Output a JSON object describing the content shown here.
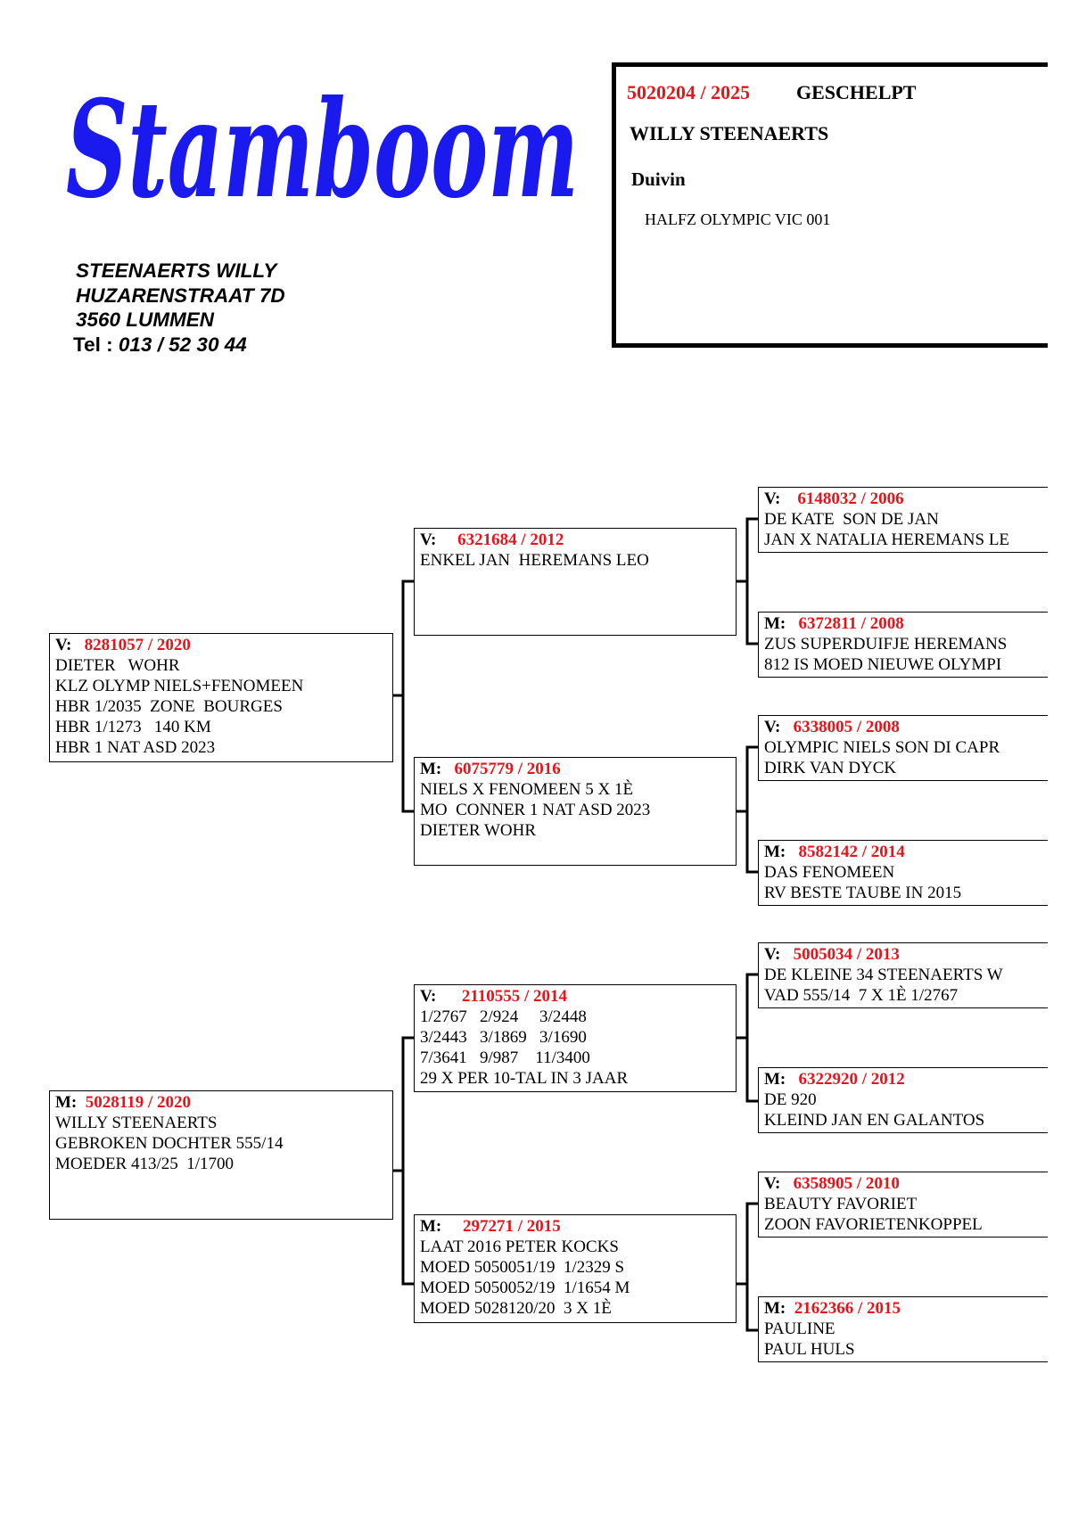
{
  "logo": {
    "text": "Stamboom",
    "color": "#1a1aee"
  },
  "owner": {
    "name": "STEENAERTS WILLY",
    "street": "HUZARENSTRAAT 7D",
    "city": "3560 LUMMEN",
    "tel_label": "Tel :",
    "tel": "013 / 52 30 44"
  },
  "pigeon": {
    "ring": "5020204 / 2025",
    "color": "GESCHELPT",
    "breeder": "WILLY STEENAERTS",
    "sex": "Duivin",
    "remark": "HALFZ OLYMPIC VIC 001"
  },
  "colors": {
    "ring": "#e8141a",
    "text": "#000000"
  },
  "pedigree": {
    "v": {
      "label": "V:",
      "ring": "8281057 / 2020",
      "lines": [
        "DIETER   WOHR",
        "KLZ OLYMP NIELS+FENOMEEN",
        "HBR 1/2035  ZONE  BOURGES",
        "HBR 1/1273   140 KM",
        "HBR 1 NAT ASD 2023"
      ]
    },
    "m": {
      "label": "M:",
      "ring": "5028119 / 2020",
      "lines": [
        "WILLY STEENAERTS",
        "GEBROKEN DOCHTER 555/14",
        "MOEDER 413/25  1/1700"
      ]
    },
    "vv": {
      "label": "V:",
      "ring": "6321684 / 2012",
      "lines": [
        "ENKEL JAN  HEREMANS LEO"
      ]
    },
    "vm": {
      "label": "M:",
      "ring": "6075779 / 2016",
      "lines": [
        "NIELS X FENOMEEN 5 X 1È",
        "MO  CONNER 1 NAT ASD 2023",
        "DIETER WOHR"
      ]
    },
    "mv": {
      "label": "V:",
      "ring": "2110555 / 2014",
      "lines": [
        "1/2767   2/924     3/2448",
        "3/2443   3/1869   3/1690",
        "7/3641   9/987    11/3400",
        "29 X PER 10-TAL IN 3 JAAR"
      ]
    },
    "mm": {
      "label": "M:",
      "ring": "297271 / 2015",
      "lines": [
        "LAAT 2016 PETER KOCKS",
        "MOED 5050051/19  1/2329 S",
        "MOED 5050052/19  1/1654 M",
        "MOED 5028120/20  3 X 1È"
      ]
    },
    "vvv": {
      "label": "V:",
      "ring": "6148032 / 2006",
      "lines": [
        "DE KATE  SON DE JAN",
        "JAN X NATALIA HEREMANS LE"
      ]
    },
    "vvm": {
      "label": "M:",
      "ring": "6372811 / 2008",
      "lines": [
        "ZUS SUPERDUIFJE HEREMANS",
        "812 IS MOED NIEUWE OLYMPI"
      ]
    },
    "vmv": {
      "label": "V:",
      "ring": "6338005 / 2008",
      "lines": [
        "OLYMPIC NIELS SON DI CAPR",
        "DIRK VAN DYCK"
      ]
    },
    "vmm": {
      "label": "M:",
      "ring": "8582142 / 2014",
      "lines": [
        "DAS FENOMEEN",
        "RV BESTE TAUBE IN 2015"
      ]
    },
    "mvv": {
      "label": "V:",
      "ring": "5005034 / 2013",
      "lines": [
        "DE KLEINE 34 STEENAERTS W",
        "VAD 555/14  7 X 1È 1/2767"
      ]
    },
    "mvm": {
      "label": "M:",
      "ring": "6322920 / 2012",
      "lines": [
        "DE 920",
        "KLEIND JAN EN GALANTOS"
      ]
    },
    "mmv": {
      "label": "V:",
      "ring": "6358905 / 2010",
      "lines": [
        "BEAUTY FAVORIET",
        "ZOON FAVORIETENKOPPEL"
      ]
    },
    "mmm": {
      "label": "M:",
      "ring": "2162366 / 2015",
      "lines": [
        "PAULINE",
        "PAUL HULS"
      ]
    }
  }
}
